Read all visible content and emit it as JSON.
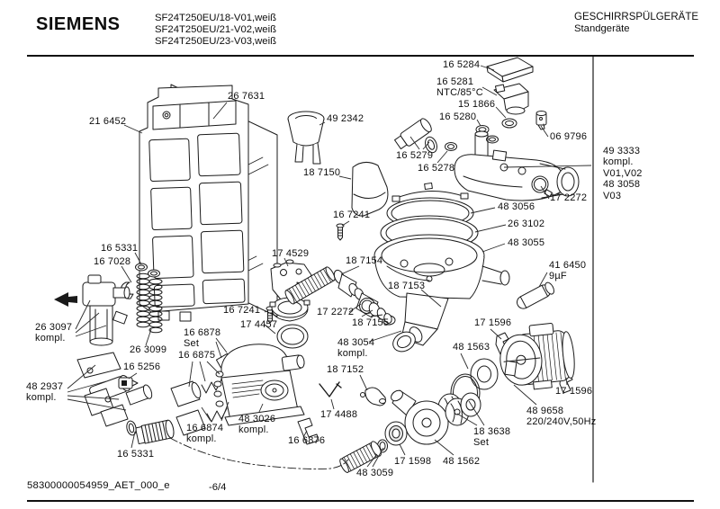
{
  "header": {
    "brand": "SIEMENS",
    "models": "SF24T250EU/18-V01,weiß\nSF24T250EU/21-V02,weiß\nSF24T250EU/23-V03,weiß",
    "category": "GESCHIRRSPÜLGERÄTE",
    "subcategory": "Standgeräte"
  },
  "footer": {
    "document_id": "58300000054959_AET_000_e",
    "page": "-6/4"
  },
  "diagram": {
    "labels": [
      {
        "text": "16 5284"
      },
      {
        "text": "16 5281\nNTC/85°C"
      },
      {
        "text": "15 1866"
      },
      {
        "text": "16 5280"
      },
      {
        "text": "06 9796"
      },
      {
        "text": "21 6452"
      },
      {
        "text": "26 7631"
      },
      {
        "text": "49 2342"
      },
      {
        "text": "16 5279"
      },
      {
        "text": "16 5278"
      },
      {
        "text": "18 7150"
      },
      {
        "text": "17 2272"
      },
      {
        "text": "49 3333\nkompl.\nV01,V02\n48 3058\nV03"
      },
      {
        "text": "16 7241"
      },
      {
        "text": "48 3056"
      },
      {
        "text": "26 3102"
      },
      {
        "text": "48 3055"
      },
      {
        "text": "16 5331"
      },
      {
        "text": "16 7028"
      },
      {
        "text": "17 4529"
      },
      {
        "text": "18 7154"
      },
      {
        "text": "41 6450\n9µF"
      },
      {
        "text": "18 7153"
      },
      {
        "text": "26 3097\nkompl."
      },
      {
        "text": "16 7241"
      },
      {
        "text": "17 2272"
      },
      {
        "text": "18 7155"
      },
      {
        "text": "17 1596"
      },
      {
        "text": "17 4457"
      },
      {
        "text": "16 6878\nSet"
      },
      {
        "text": "48 3054\nkompl."
      },
      {
        "text": "48 1563"
      },
      {
        "text": "26 3099"
      },
      {
        "text": "16 6875"
      },
      {
        "text": "16 5256"
      },
      {
        "text": "18 7152"
      },
      {
        "text": "48 2937\nkompl."
      },
      {
        "text": "17 1596"
      },
      {
        "text": "48 9658\n220/240V,50Hz"
      },
      {
        "text": "17 4488"
      },
      {
        "text": "48 3026\nkompl."
      },
      {
        "text": "16 6874\nkompl."
      },
      {
        "text": "16 6876"
      },
      {
        "text": "18 3638\nSet"
      },
      {
        "text": "16 5331"
      },
      {
        "text": "17 1598"
      },
      {
        "text": "48 1562"
      },
      {
        "text": "48 3059"
      }
    ]
  }
}
